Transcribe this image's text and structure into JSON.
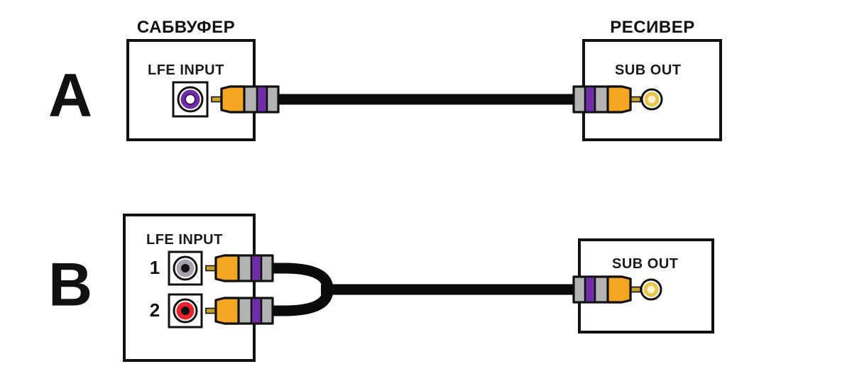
{
  "diagram": {
    "title_hidden": "",
    "background": "#ffffff",
    "outline_color": "#111111",
    "cable_color": "#0a0a0a",
    "plug_body_color": "#b3b3b3",
    "plug_band_color": "#6f2da8",
    "plug_tip_color": "#f5a623",
    "plug_pin_color": "#c9a227",
    "jack_gold_color": "#e8c547",
    "jack_purple_color": "#6f2da8",
    "jack_red_color": "#e8212a",
    "jack_gray_color": "#a9a0ad"
  },
  "panels": [
    {
      "letter": "A",
      "source": {
        "title": "САБВУФЕР",
        "port_label": "LFE INPUT",
        "jacks": [
          {
            "number": "",
            "color_name": "purple",
            "color": "#6f2da8"
          }
        ]
      },
      "destination": {
        "title": "РЕСИВЕР",
        "port_label": "SUB OUT",
        "jacks": [
          {
            "number": "",
            "color_name": "gold",
            "color": "#e8c547"
          }
        ]
      },
      "cable": {
        "type": "single",
        "ends": 2,
        "color": "#0a0a0a"
      }
    },
    {
      "letter": "B",
      "source": {
        "title": "",
        "port_label": "LFE INPUT",
        "jacks": [
          {
            "number": "1",
            "color_name": "gray",
            "color": "#a9a0ad"
          },
          {
            "number": "2",
            "color_name": "red",
            "color": "#e8212a"
          }
        ]
      },
      "destination": {
        "title": "",
        "port_label": "SUB OUT",
        "jacks": [
          {
            "number": "",
            "color_name": "gold",
            "color": "#e8c547"
          }
        ]
      },
      "cable": {
        "type": "y-splitter",
        "ends": 3,
        "color": "#0a0a0a"
      }
    }
  ]
}
